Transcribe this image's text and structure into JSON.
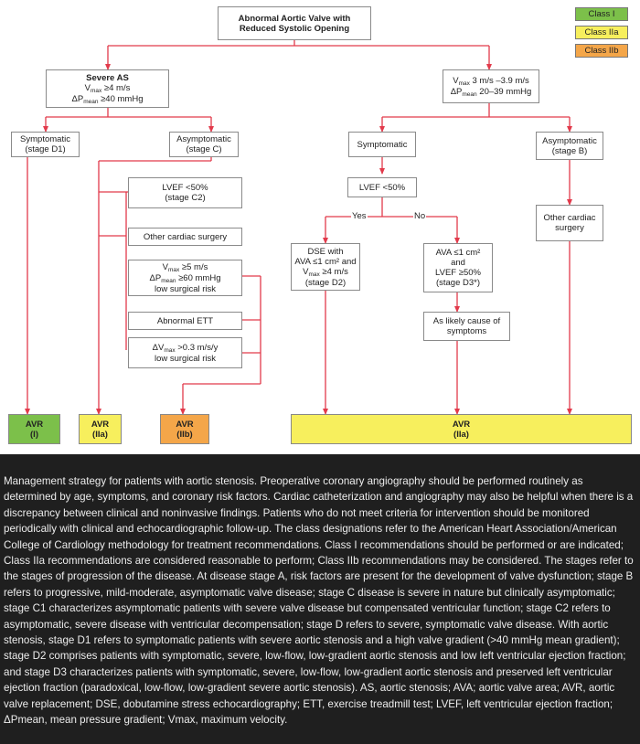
{
  "legend": [
    {
      "label": "Class I",
      "color": "#7cc04a"
    },
    {
      "label": "Class IIa",
      "color": "#f7ef5d"
    },
    {
      "label": "Class IIb",
      "color": "#f4a649"
    }
  ],
  "arrow_color": "#e23a4b",
  "top": {
    "line1": "Abnormal Aortic Valve with",
    "line2": "Reduced Systolic Opening"
  },
  "severe": {
    "title": "Severe AS",
    "v_pre": "V",
    "v_sub": "max",
    "v_post": " ≥4 m/s",
    "p_pre": "ΔP",
    "p_sub": "mean",
    "p_post": " ≥40 mmHg"
  },
  "moderate": {
    "v_pre": "V",
    "v_sub": "max",
    "v_post": " 3 m/s –3.9 m/s",
    "p_pre": "ΔP",
    "p_sub": "mean",
    "p_post": " 20–39 mmHg"
  },
  "d1": {
    "line1": "Symptomatic",
    "line2": "(stage D1)"
  },
  "stage_c": {
    "line1": "Asymptomatic",
    "line2": "(stage C)"
  },
  "lvef_c2": {
    "line1": "LVEF <50%",
    "line2": "(stage C2)"
  },
  "other_surgery": "Other cardiac surgery",
  "vmax5": {
    "v_pre": "V",
    "v_sub": "max",
    "v_post": " ≥5 m/s",
    "p_pre": "ΔP",
    "p_sub": "mean",
    "p_post": " ≥60 mmHg",
    "line3": "low surgical risk"
  },
  "abnormal_ett": "Abnormal ETT",
  "dvmax": {
    "pre": "ΔV",
    "sub": "max",
    "post": " >0.3 m/s/y",
    "line2": "low surgical risk"
  },
  "symptomatic": "Symptomatic",
  "stage_b": {
    "line1": "Asymptomatic",
    "line2": "(stage B)"
  },
  "lvef50": "LVEF <50%",
  "yes": "Yes",
  "no": "No",
  "other_surgery2": {
    "line1": "Other cardiac",
    "line2": "surgery"
  },
  "dse": {
    "line1": "DSE with",
    "line2": "AVA ≤1 cm² and",
    "v_pre": "V",
    "v_sub": "max",
    "v_post": " ≥4 m/s",
    "line4": "(stage D2)"
  },
  "ava": {
    "line1": "AVA ≤1 cm²",
    "line2": "and",
    "line3": "LVEF ≥50%",
    "line4": "(stage D3*)"
  },
  "likely": {
    "line1": "As likely cause of",
    "line2": "symptoms"
  },
  "avr": [
    {
      "title": "AVR",
      "cls": "(I)"
    },
    {
      "title": "AVR",
      "cls": "(IIa)"
    },
    {
      "title": "AVR",
      "cls": "(IIb)"
    },
    {
      "title": "AVR",
      "cls": "(IIa)"
    }
  ],
  "caption": "Management strategy for patients with aortic stenosis. Preoperative coronary angiography should be performed routinely as determined by age, symptoms, and coronary risk factors. Cardiac catheterization and angiography may also be helpful when there is a discrepancy between clinical and noninvasive findings. Patients who do not meet criteria for intervention should be monitored periodically with clinical and echocardiographic follow-up. The class designations refer to the American Heart Association/American College of Cardiology methodology for treatment recommendations. Class I recommendations should be performed or are indicated; Class IIa recommendations are considered reasonable to perform; Class IIb recommendations may be considered. The stages refer to the stages of progression of the disease. At disease stage A, risk factors are present for the development of valve dysfunction; stage B refers to progressive, mild-moderate, asymptomatic valve disease; stage C disease is severe in nature but clinically asymptomatic; stage C1 characterizes asymptomatic patients with severe valve disease but compensated ventricular function; stage C2 refers to asymptomatic, severe disease with ventricular decompensation; stage D refers to severe, symptomatic valve disease. With aortic stenosis, stage D1 refers to symptomatic patients with severe aortic stenosis and a high valve gradient (>40 mmHg mean gradient); stage D2 comprises patients with symptomatic, severe, low-flow, low-gradient aortic stenosis and low left ventricular ejection fraction; and stage D3 characterizes patients with symptomatic, severe, low-flow, low-gradient aortic stenosis and preserved left ventricular ejection fraction (paradoxical, low-flow, low-gradient severe aortic stenosis). AS, aortic stenosis; AVA; aortic valve area; AVR, aortic valve replacement; DSE, dobutamine stress echocardiography; ETT, exercise treadmill test; LVEF, left ventricular ejection fraction; ΔPmean, mean pressure gradient; Vmax, maximum velocity."
}
